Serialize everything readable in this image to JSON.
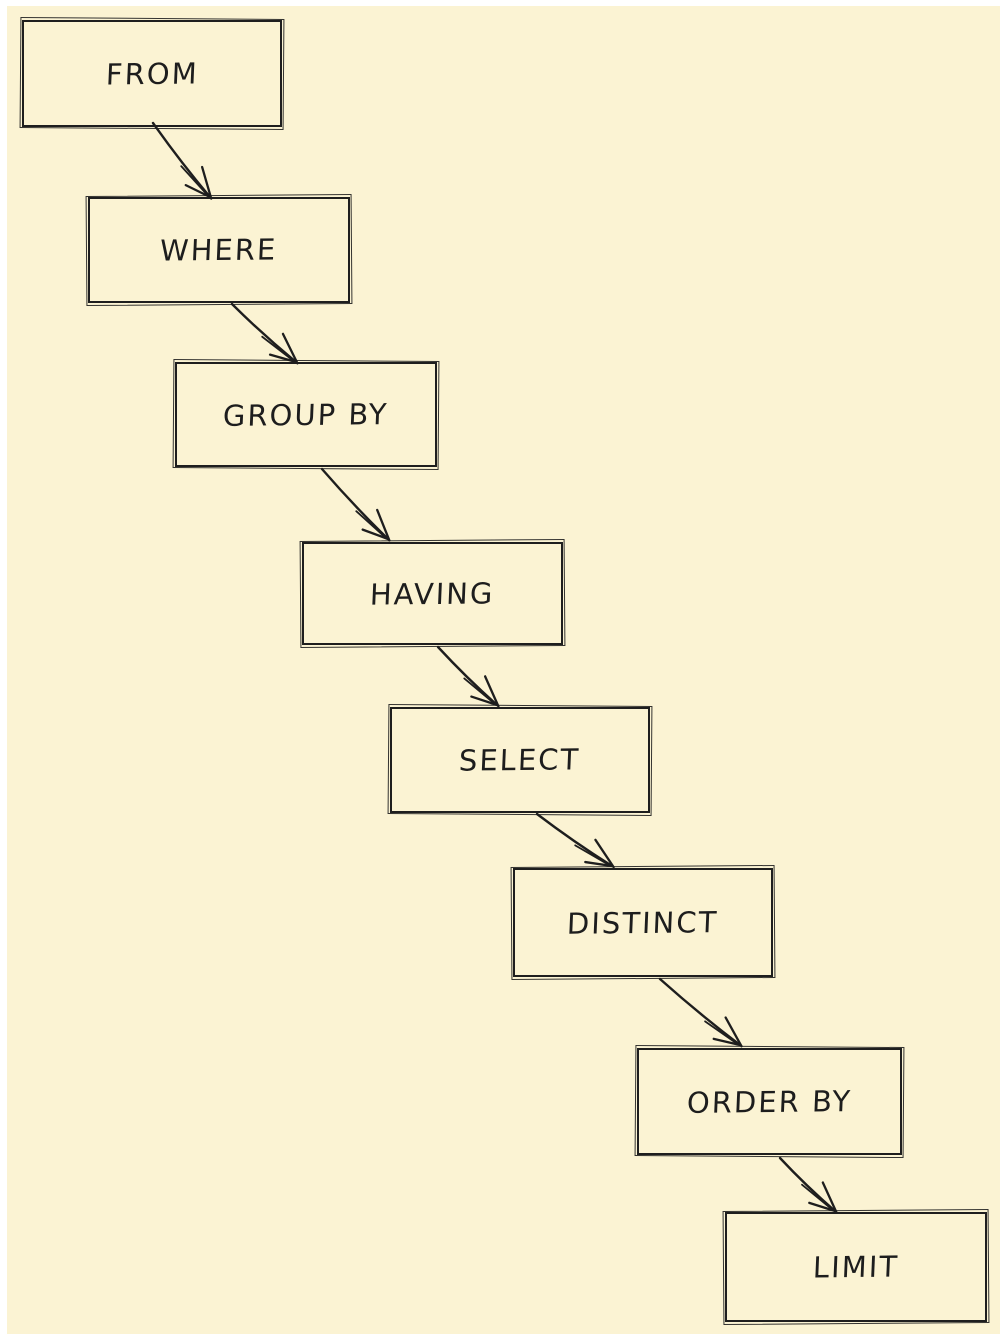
{
  "diagram": {
    "nodes": [
      {
        "label": "FROM"
      },
      {
        "label": "WHERE"
      },
      {
        "label": "GROUP BY"
      },
      {
        "label": "HAVING"
      },
      {
        "label": "SELECT"
      },
      {
        "label": "DISTINCT"
      },
      {
        "label": "ORDER BY"
      },
      {
        "label": "LIMIT"
      }
    ],
    "edges": [
      {
        "from": "FROM",
        "to": "WHERE"
      },
      {
        "from": "WHERE",
        "to": "GROUP BY"
      },
      {
        "from": "GROUP BY",
        "to": "HAVING"
      },
      {
        "from": "HAVING",
        "to": "SELECT"
      },
      {
        "from": "SELECT",
        "to": "DISTINCT"
      },
      {
        "from": "DISTINCT",
        "to": "ORDER BY"
      },
      {
        "from": "ORDER BY",
        "to": "LIMIT"
      }
    ],
    "colors": {
      "canvas_background": "#FBF3D3",
      "page_background": "#FFFFFF",
      "ink": "#1E1E1E"
    }
  }
}
